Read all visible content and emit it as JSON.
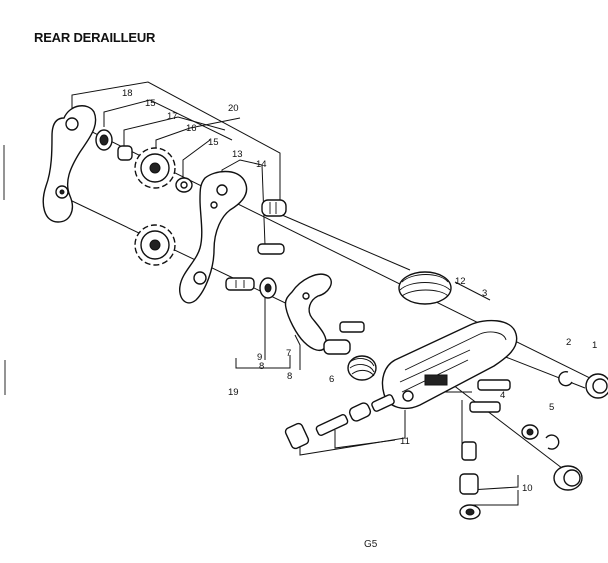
{
  "title": "REAR DERAILLEUR",
  "footer_code": "G5",
  "callouts": {
    "c1": "1",
    "c2": "2",
    "c3": "3",
    "c4": "4",
    "c5": "5",
    "c6": "6",
    "c7": "7",
    "c8a": "8",
    "c8b": "8",
    "c9": "9",
    "c10": "10",
    "c11": "11",
    "c12": "12",
    "c13": "13",
    "c14": "14",
    "c15a": "15",
    "c15b": "15",
    "c16": "16",
    "c17": "17",
    "c18": "18",
    "c19": "19",
    "c20": "20"
  }
}
